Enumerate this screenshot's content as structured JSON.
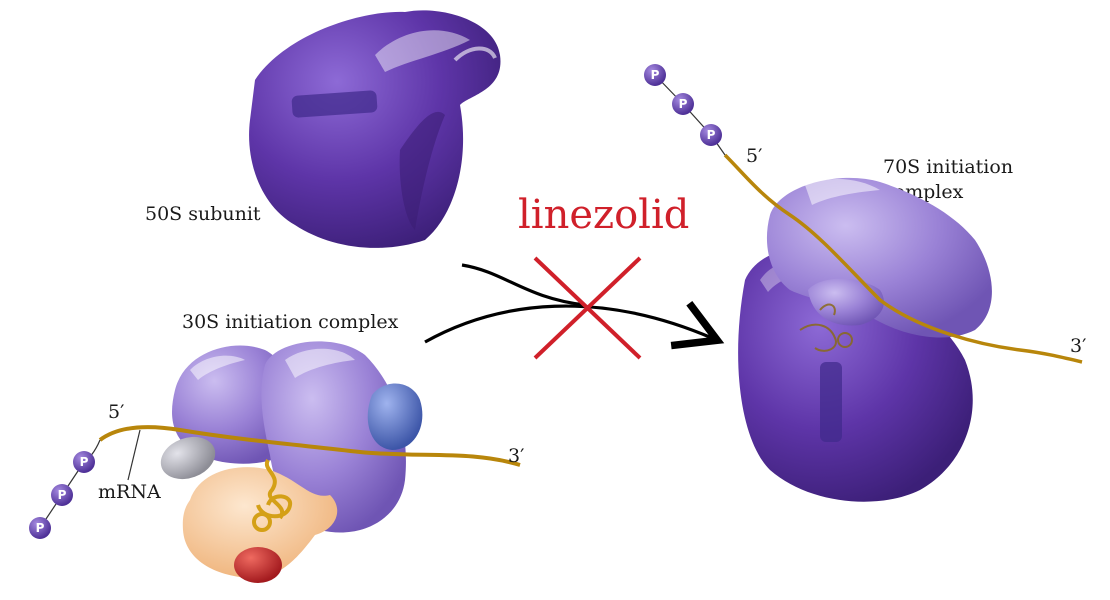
{
  "labels": {
    "subunit_50s": "50S subunit",
    "complex_30s": "30S initiation complex",
    "complex_70s_line1": "70S initiation",
    "complex_70s_line2": "complex",
    "mrna": "mRNA",
    "five_prime_left": "5′",
    "three_prime_left": "3′",
    "five_prime_right": "5′",
    "three_prime_right": "3′"
  },
  "drug": {
    "name": "linezolid",
    "color": "#d0202a"
  },
  "phosphate": {
    "label": "P",
    "color": "#6a4ab0"
  },
  "colors": {
    "ribosome_dark": "#5e35a8",
    "ribosome_light": "#9a82d6",
    "mrna": "#b8860b",
    "arrow": "#000000",
    "if_blue": "#5672c4",
    "if_grey": "#a9a9b3",
    "trna_peach": "#f7c89a",
    "if_red": "#c8252a"
  }
}
